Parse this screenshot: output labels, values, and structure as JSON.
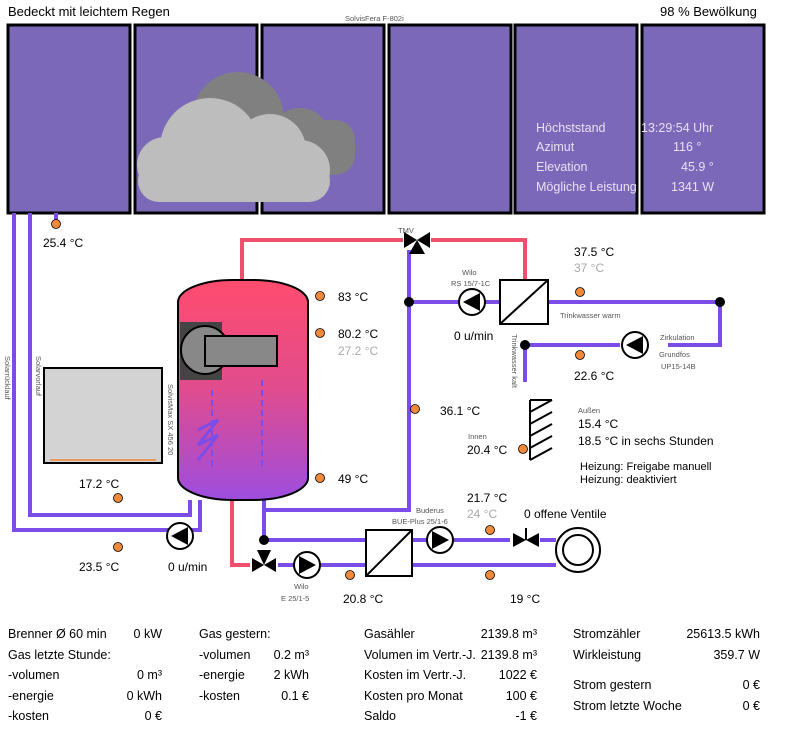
{
  "header": {
    "weather": "Bedeckt mit leichtem Regen",
    "clouds": "98 % Bewölkung",
    "panel_model": "SolvisFera F-802i"
  },
  "sun": {
    "hoechststand_label": "Höchststand",
    "hoechststand": "13:29:54 Uhr",
    "azimut_label": "Azimut",
    "azimut": "116 °",
    "elevation_label": "Elevation",
    "elevation": "45.9 °",
    "leistung_label": "Mögliche Leistung",
    "leistung": "1341 W"
  },
  "collector_temp": "25.4 °C",
  "tmv": "TMV",
  "storage": {
    "t_top": "83 °C",
    "t_mid": "80.2 °C",
    "t_mid2": "27.2 °C",
    "t_bottom": "49 °C",
    "model": "SolvisMax SX 456 20"
  },
  "warmwater_pump": {
    "brand": "Wilo",
    "model": "RS 15/7-1C",
    "speed": "0 u/min"
  },
  "trinkwasser": {
    "warm_label": "Trinkwasser warm",
    "kalt_label": "Trinkwasser kalt",
    "warm_temp": "37.5 °C",
    "warm_temp2": "37 °C",
    "kalt_temp": "22.6 °C"
  },
  "circulation": {
    "label": "Zirkulation",
    "brand": "Grundfos",
    "model": "UP15-14B"
  },
  "heating_return": "36.1 °C",
  "outdoor": {
    "aussen_label": "Außen",
    "innen_label": "Innen",
    "aussen": "15.4 °C",
    "forecast": "18.5 °C in sechs Stunden",
    "innen": "20.4 °C",
    "heizung1": "Heizung: Freigabe manuell",
    "heizung2": "Heizung: deaktiviert"
  },
  "pool": {
    "temp": "17.2 °C"
  },
  "solar_labels": {
    "ruecklauf": "Solarrücklauf",
    "vorlauf": "Solarvorlauf"
  },
  "solar_pump": {
    "temp": "23.5 °C",
    "speed": "0 u/min"
  },
  "heating_circuit": {
    "pump_brand": "Buderus",
    "pump_model": "BUE-Plus 25/1-6",
    "t_flow": "21.7 °C",
    "t_flow2": "24 °C",
    "valves": "0 offene Ventile",
    "return_temp": "19 °C",
    "hx_temp": "20.8 °C",
    "pump2_brand": "Wilo",
    "pump2_model": "E 25/1-5"
  },
  "stats": {
    "col1": [
      {
        "label": "Brenner Ø 60 min",
        "value": "0 kW"
      },
      {
        "label": "Gas letzte Stunde:",
        "value": ""
      },
      {
        "label": "-volumen",
        "value": "0 m³"
      },
      {
        "label": "-energie",
        "value": "0 kWh"
      },
      {
        "label": "-kosten",
        "value": "0 €"
      }
    ],
    "col2": [
      {
        "label": "Gas gestern:",
        "value": ""
      },
      {
        "label": "-volumen",
        "value": "0.2 m³"
      },
      {
        "label": "-energie",
        "value": "2 kWh"
      },
      {
        "label": "-kosten",
        "value": "0.1 €"
      }
    ],
    "col3": [
      {
        "label": "Gasähler",
        "value": "2139.8 m³"
      },
      {
        "label": "Volumen im Vertr.-J.",
        "value": "2139.8 m³"
      },
      {
        "label": "Kosten im Vertr.-J.",
        "value": "1022 €"
      },
      {
        "label": "Kosten pro Monat",
        "value": "100 €"
      },
      {
        "label": "Saldo",
        "value": "-1 €"
      }
    ],
    "col4": [
      {
        "label": "Stromzähler",
        "value": "25613.5 kWh"
      },
      {
        "label": "Wirkleistung",
        "value": "359.7 W"
      },
      {
        "label": "Strom gestern",
        "value": "0 €"
      },
      {
        "label": "Strom letzte Woche",
        "value": "0 €"
      }
    ]
  },
  "colors": {
    "panel": "#7b68b8",
    "pipe_hot": "#f0506e",
    "pipe_cold": "#7b4de8",
    "sensor": "#f08a3a",
    "storage_top": "#ff4c6e",
    "storage_bottom": "#9d4de0"
  }
}
